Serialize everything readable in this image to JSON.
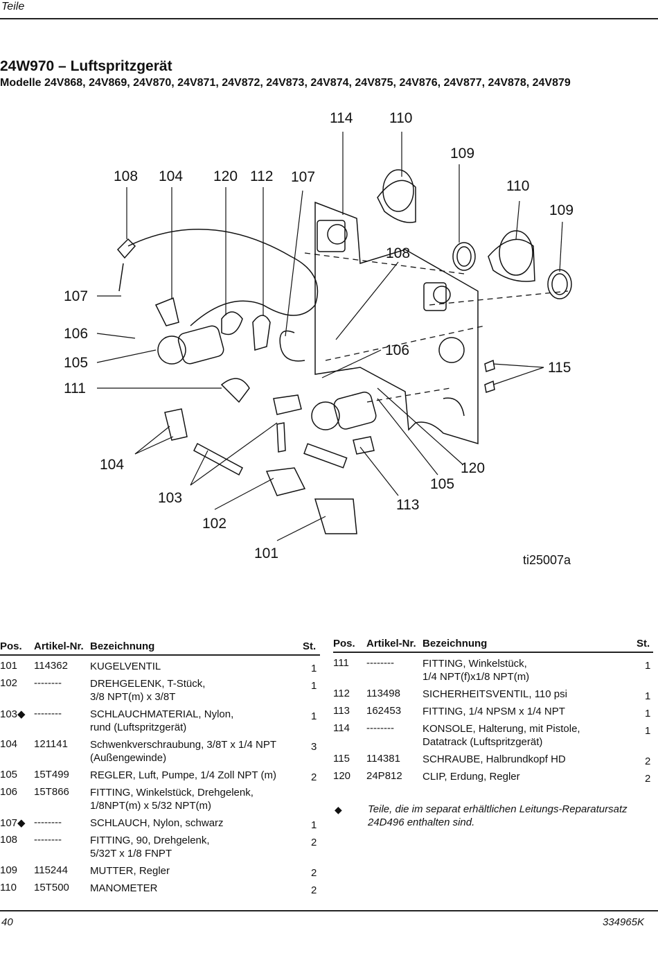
{
  "header": {
    "section": "Teile"
  },
  "title": "24W970 – Luftspritzgerät",
  "subtitle": "Modelle 24V868, 24V869, 24V870, 24V871, 24V872, 24V873, 24V874, 24V875, 24V876, 24V877, 24V878, 24V879",
  "diagram": {
    "figure_id": "ti25007a",
    "callouts": [
      "114",
      "110",
      "109",
      "108",
      "104",
      "120",
      "112",
      "107",
      "110",
      "109",
      "108",
      "107",
      "106",
      "105",
      "111",
      "106",
      "115",
      "104",
      "103",
      "102",
      "101",
      "113",
      "105",
      "120"
    ]
  },
  "table_headers": {
    "pos": "Pos.",
    "part": "Artikel-Nr.",
    "desc": "Bezeichnung",
    "qty": "St."
  },
  "left_rows": [
    {
      "pos": "101",
      "part": "114362",
      "desc": "KUGELVENTIL",
      "qty": "1"
    },
    {
      "pos": "102",
      "part": "--------",
      "desc": "DREHGELENK, T-Stück,\n3/8 NPT(m) x 3/8T",
      "qty": "1"
    },
    {
      "pos": "103◆",
      "part": "--------",
      "desc": "SCHLAUCHMATERIAL, Nylon,\nrund (Luftspritzgerät)",
      "qty": "1"
    },
    {
      "pos": "104",
      "part": "121141",
      "desc": "Schwenkverschraubung, 3/8T x 1/4 NPT\n(Außengewinde)",
      "qty": "3"
    },
    {
      "pos": "105",
      "part": "15T499",
      "desc": "REGLER, Luft, Pumpe, 1/4 Zoll NPT (m)",
      "qty": "2"
    },
    {
      "pos": "106",
      "part": "15T866",
      "desc": "FITTING, Winkelstück, Drehgelenk,\n1/8NPT(m) x 5/32 NPT(m)",
      "qty": ""
    },
    {
      "pos": "107◆",
      "part": "--------",
      "desc": "SCHLAUCH, Nylon, schwarz",
      "qty": "1"
    },
    {
      "pos": "108",
      "part": "--------",
      "desc": "FITTING, 90, Drehgelenk,\n5/32T x 1/8 FNPT",
      "qty": "2"
    },
    {
      "pos": "109",
      "part": "115244",
      "desc": "MUTTER, Regler",
      "qty": "2"
    },
    {
      "pos": "110",
      "part": "15T500",
      "desc": "MANOMETER",
      "qty": "2"
    }
  ],
  "right_rows": [
    {
      "pos": "111",
      "part": "--------",
      "desc": "FITTING, Winkelstück,\n1/4 NPT(f)x1/8 NPT(m)",
      "qty": "1"
    },
    {
      "pos": "112",
      "part": "113498",
      "desc": "SICHERHEITSVENTIL, 110 psi",
      "qty": "1"
    },
    {
      "pos": "113",
      "part": "162453",
      "desc": "FITTING, 1/4 NPSM x 1/4 NPT",
      "qty": "1"
    },
    {
      "pos": "114",
      "part": "--------",
      "desc": "KONSOLE, Halterung, mit Pistole,\nDatatrack (Luftspritzgerät)",
      "qty": "1"
    },
    {
      "pos": "115",
      "part": "114381",
      "desc": "SCHRAUBE, Halbrundkopf HD",
      "qty": "2"
    },
    {
      "pos": "120",
      "part": "24P812",
      "desc": "CLIP, Erdung, Regler",
      "qty": "2"
    }
  ],
  "note": {
    "symbol": "◆",
    "text": "Teile, die im separat erhältlichen Leitungs-Reparatursatz 24D496 enthalten sind."
  },
  "footer": {
    "page": "40",
    "doc": "334965K"
  }
}
